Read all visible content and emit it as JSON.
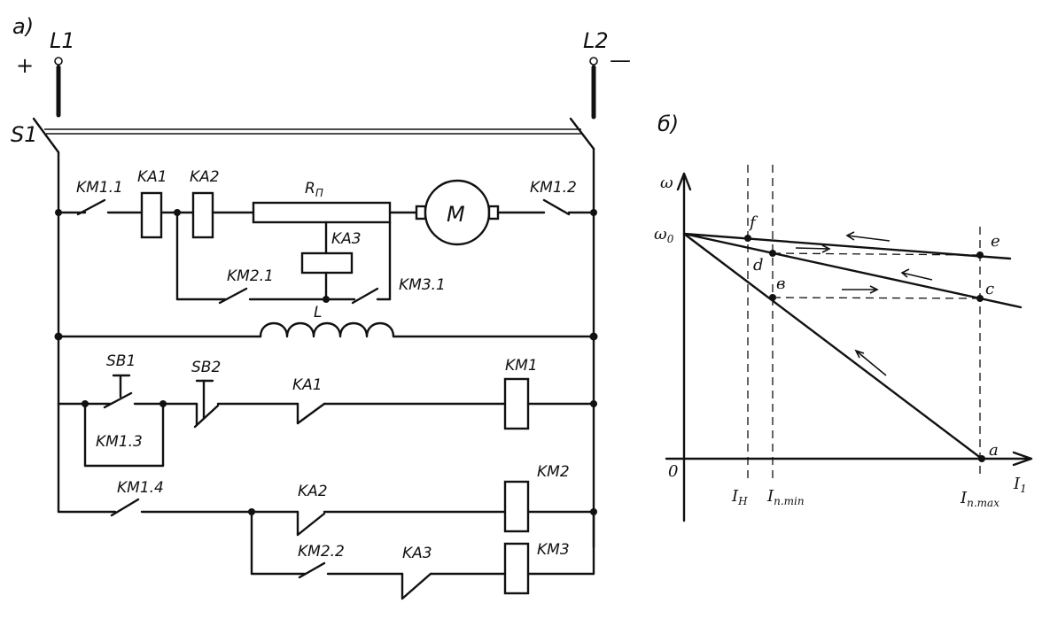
{
  "diagram": {
    "panel_a": "a)",
    "panel_b": "б)",
    "supply": {
      "l1": "L1",
      "l2": "L2",
      "plus": "+",
      "minus": "—"
    },
    "switch": "S1",
    "power_circuit": {
      "km1_1": "KM1.1",
      "ka1": "KA1",
      "ka2": "KA2",
      "rp": "R",
      "rp_sub": "П",
      "motor": "M",
      "km1_2": "KM1.2",
      "ka3": "KA3",
      "km2_1": "KM2.1",
      "km3_1": "KM3.1",
      "field": "L"
    },
    "control_circuit": {
      "sb1": "SB1",
      "sb2": "SB2",
      "ka1": "KA1",
      "km1": "KM1",
      "km1_3": "KM1.3",
      "km1_4": "KM1.4",
      "ka2": "KA2",
      "km2": "KM2",
      "km2_2": "KM2.2",
      "ka3": "KA3",
      "km3": "KM3"
    }
  },
  "chart_data": {
    "type": "line",
    "xlabel": "I",
    "xlabel_sub": "1",
    "ylabel": "ω",
    "origin_label": "0",
    "y_marker": "ω",
    "y_marker_sub": "0",
    "x_markers": [
      {
        "label": "I",
        "sub": "Н"
      },
      {
        "label": "I",
        "sub": "п.min"
      },
      {
        "label": "I",
        "sub": "п.max"
      }
    ],
    "points": [
      "a",
      "в",
      "c",
      "d",
      "e",
      "f"
    ]
  }
}
